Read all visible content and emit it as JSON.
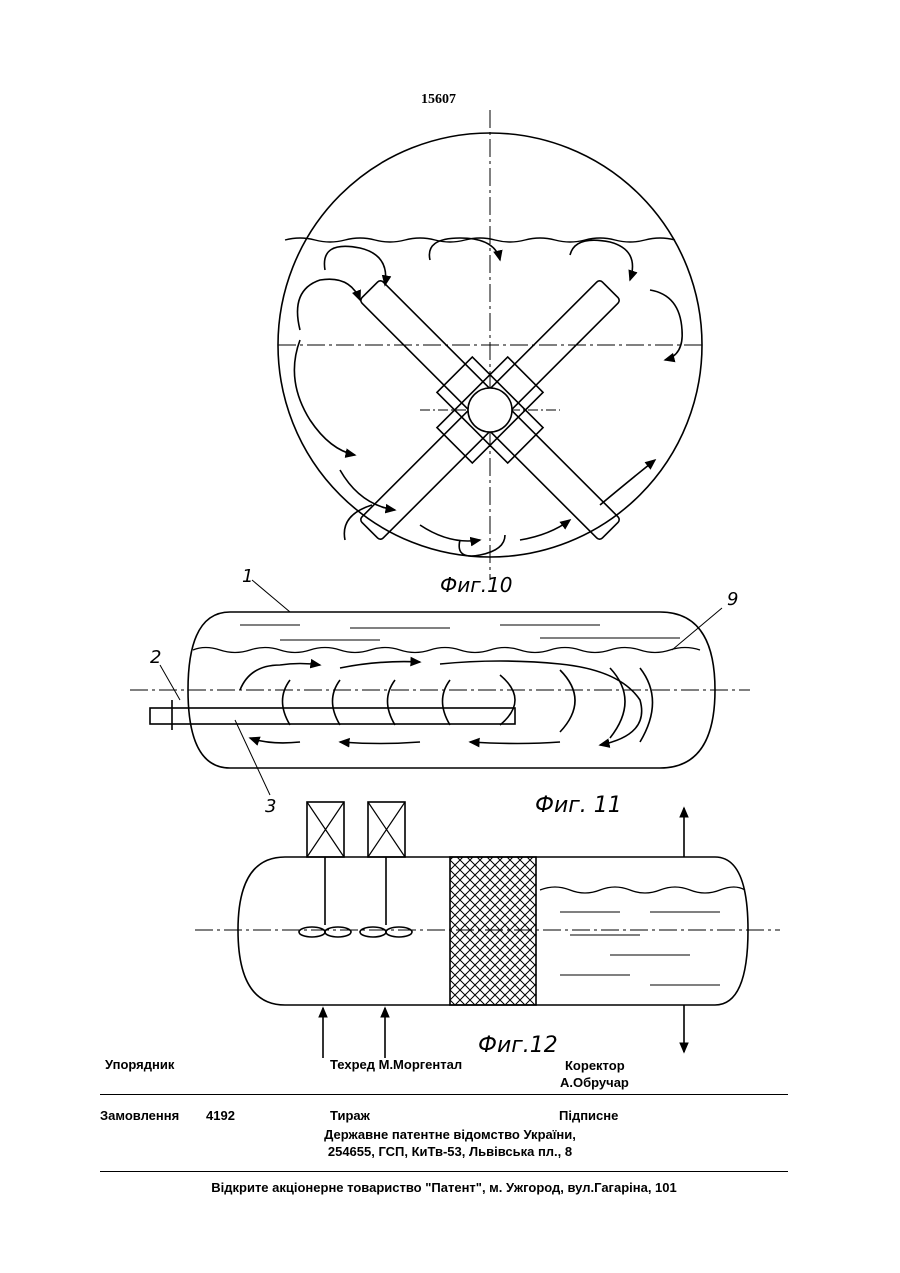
{
  "page_number": "15607",
  "figures": {
    "fig10": {
      "caption": "Фиг.10"
    },
    "fig11": {
      "caption": "Фиг. 11",
      "labels": [
        "1",
        "2",
        "3",
        "9"
      ]
    },
    "fig12": {
      "caption": "Фиг.12"
    }
  },
  "imprint": {
    "compiler_label": "Упорядник",
    "tech_editor": "Техред М.Моргентал",
    "corrector_label": "Коректор",
    "corrector_name": "А.Обручар",
    "order_label": "Замовлення",
    "order_number": "4192",
    "circulation_label": "Тираж",
    "signed_label": "Підписне",
    "office_line": "Державне патентне відомство України,",
    "address_line": "254655, ГСП, КиТв-53, Львівська пл., 8",
    "publisher_line": "Відкрите акціонерне товариство \"Патент\", м. Ужгород, вул.Гагаріна, 101"
  }
}
